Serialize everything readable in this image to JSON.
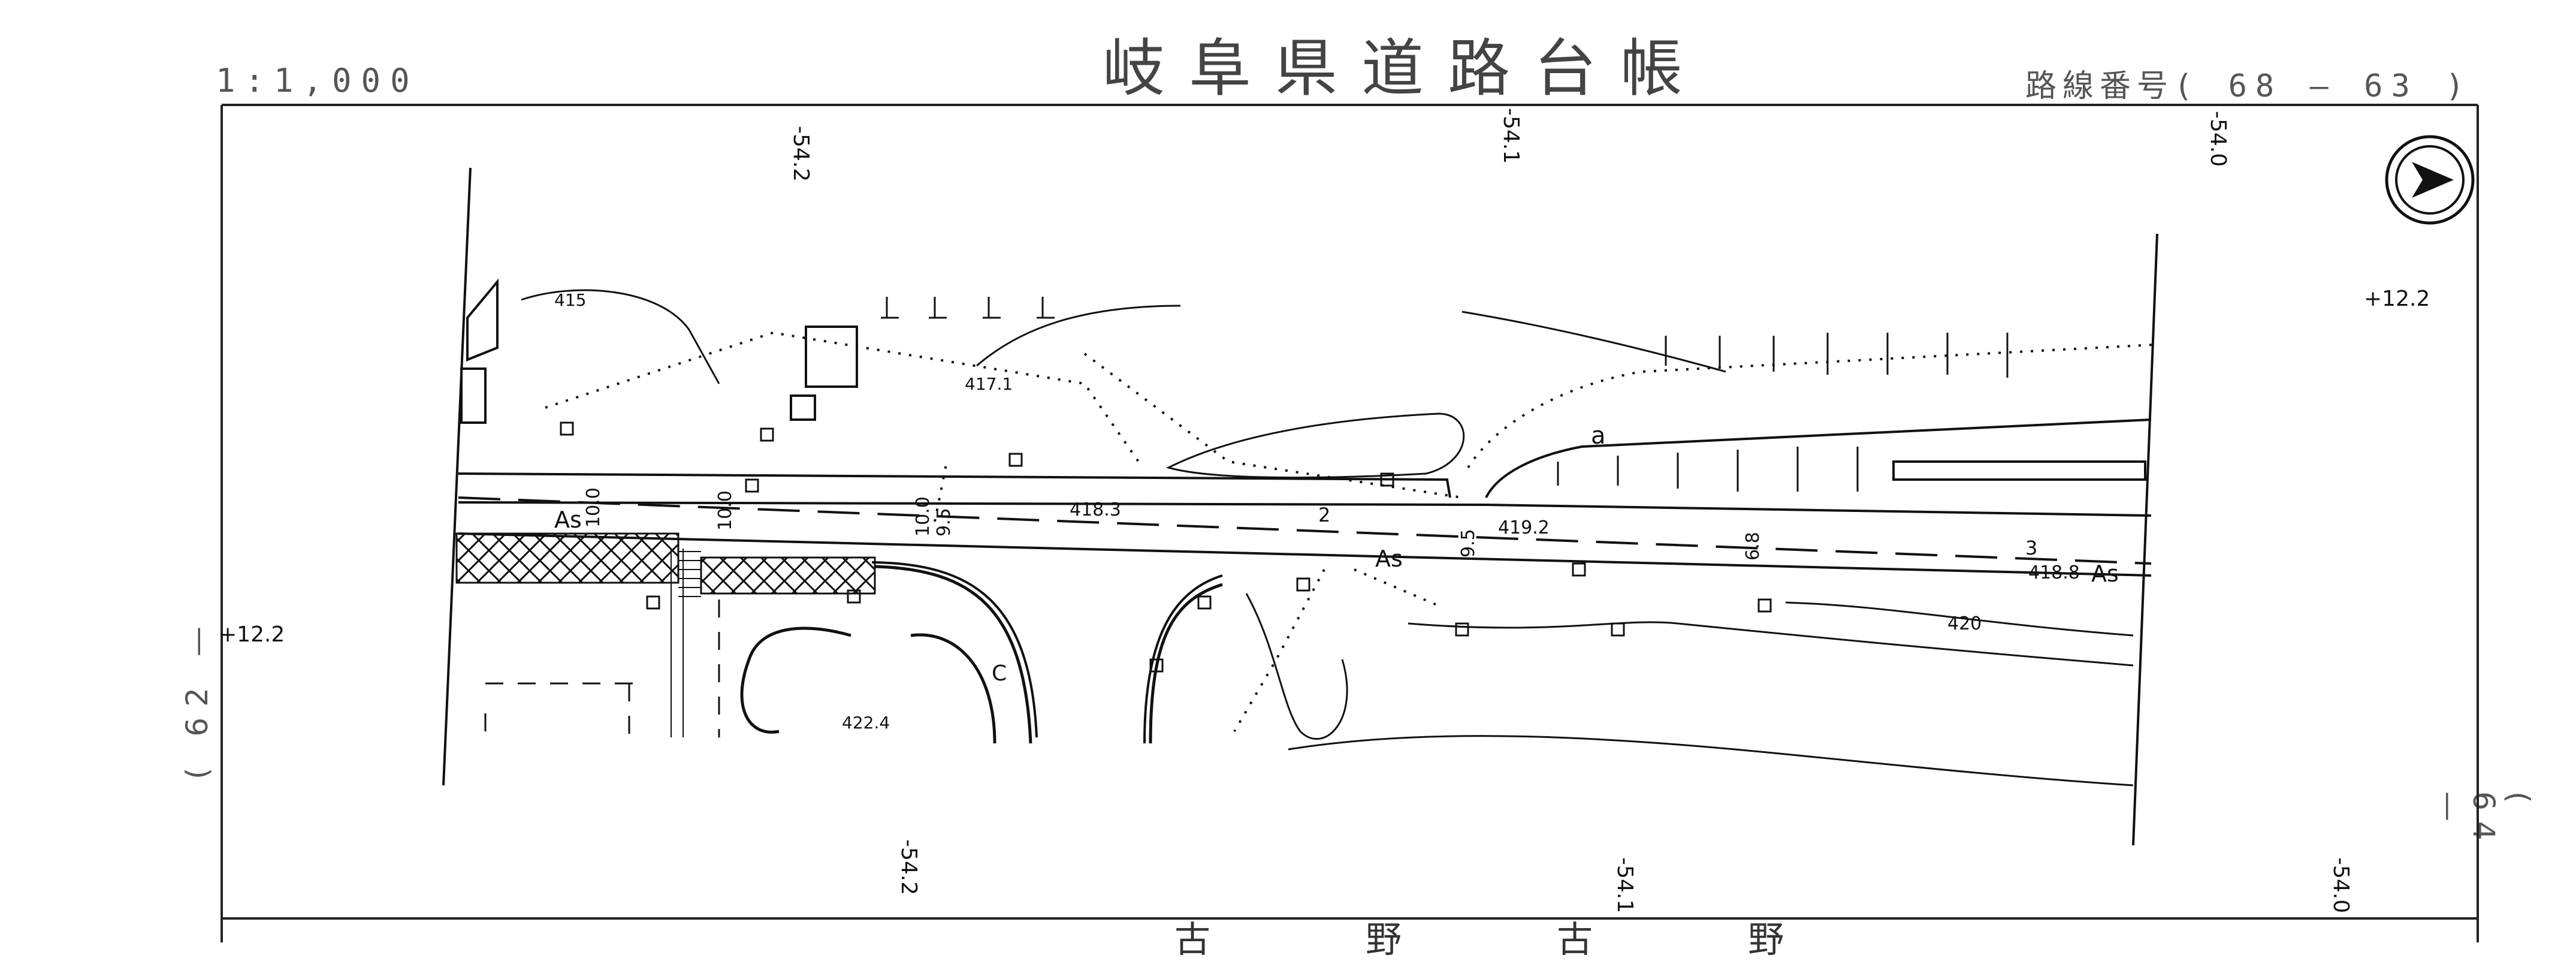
{
  "sheet": {
    "scale": "1:1,000",
    "title": "岐阜県道路台帳",
    "route_label": "路線番号",
    "route_number": "( 68 — 63 )",
    "adjacent_left": "( 62 —",
    "adjacent_right": "( 64 —",
    "bottom_text": "古 野 古 野"
  },
  "grid": {
    "top_ticks": [
      "-54.2",
      "-54.1",
      "-54.0"
    ],
    "bottom_ticks": [
      "-54.2",
      "-54.1",
      "-54.0"
    ],
    "left_tick": "+12.2",
    "right_tick": "+12.2"
  },
  "road": {
    "surface_left": "As",
    "surface_mid": "As",
    "surface_right": "As",
    "stations": [
      "2",
      "3"
    ],
    "widths": [
      "10.0",
      "10.0",
      "10.0",
      "9.5",
      "9.5",
      "6.8"
    ],
    "elevations": [
      "418.3",
      "419.2",
      "418.8",
      "417.1",
      "422.4"
    ],
    "contours": [
      "415",
      "420"
    ],
    "branch_mark": "a",
    "c_mark": "C"
  },
  "north_arrow": {
    "icon": "north-arrow-icon"
  }
}
